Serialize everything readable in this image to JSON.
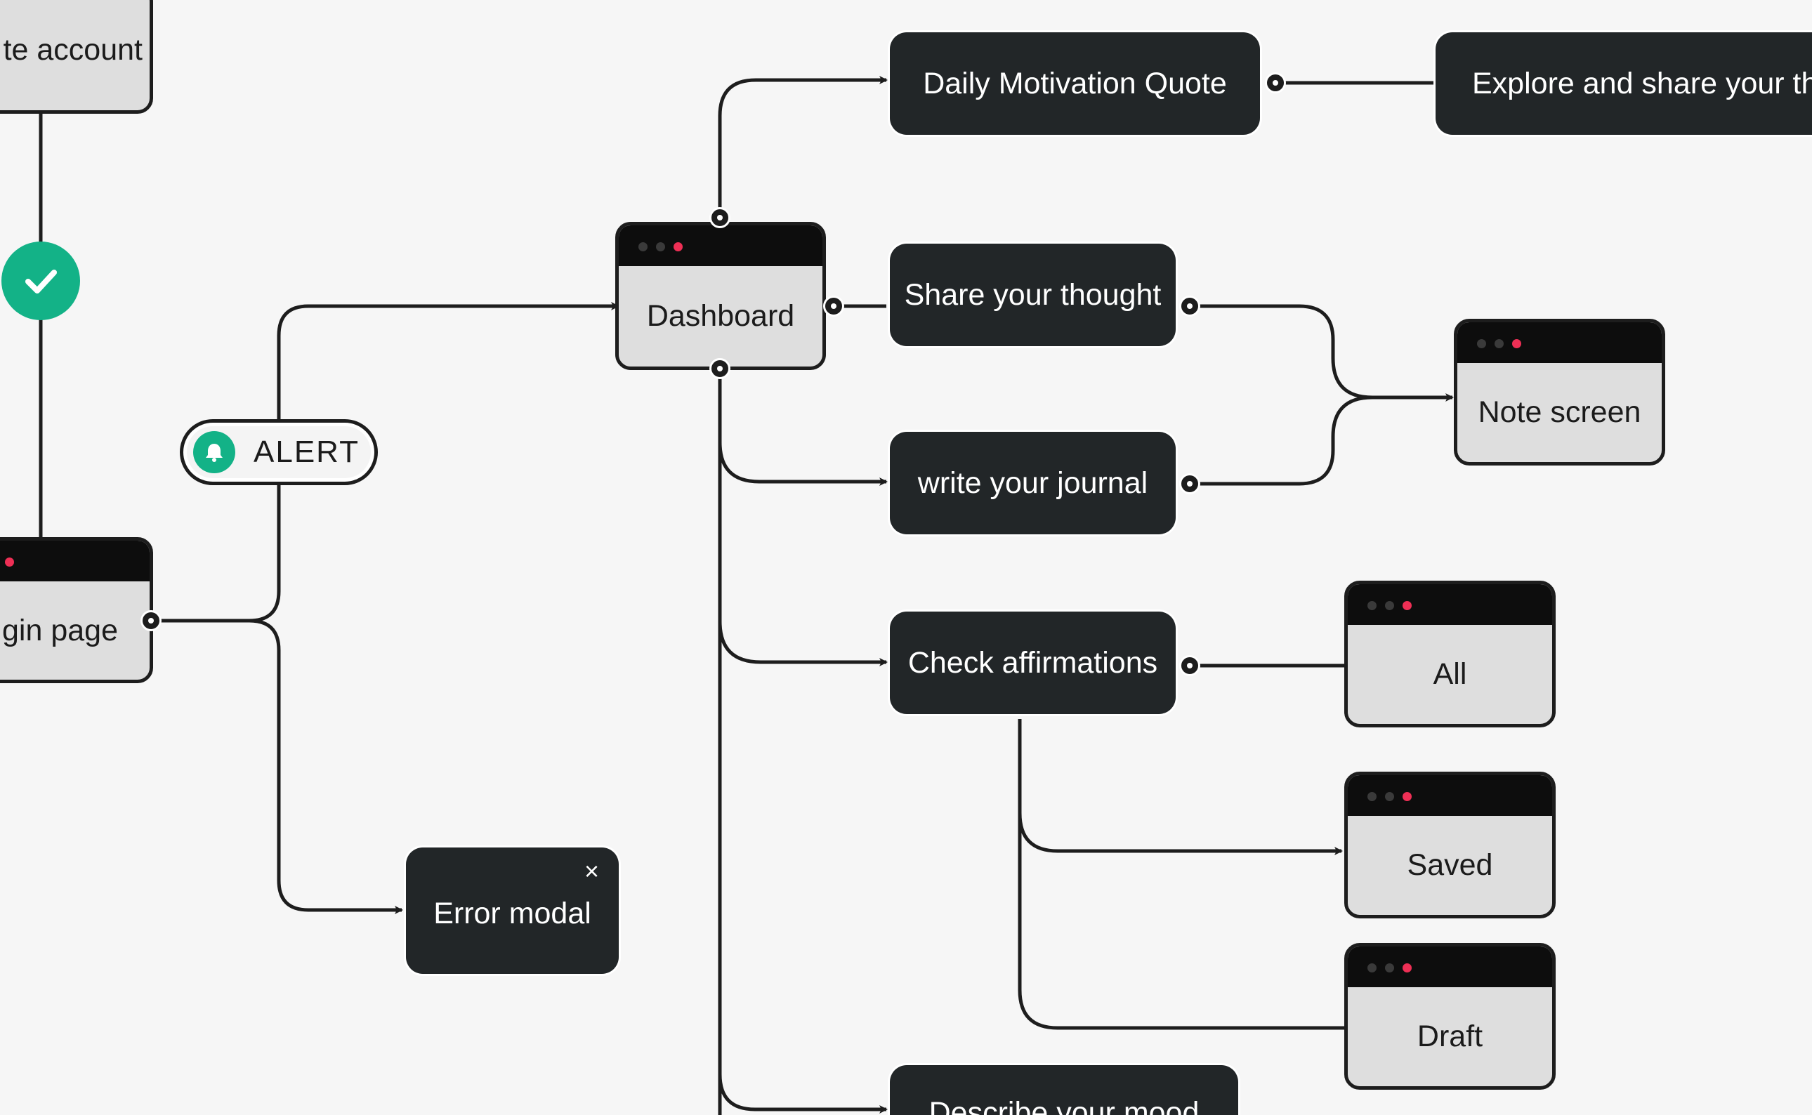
{
  "diagram": {
    "nodes": {
      "create_account": "te account",
      "login_page": "gin page",
      "alert": "ALERT",
      "error_modal": "Error modal",
      "dashboard": "Dashboard",
      "daily_quote": "Daily Motivation Quote",
      "explore_share": "Explore and share your  th",
      "share_thought": "Share your thought",
      "write_journal": "write your journal",
      "note_screen": "Note screen",
      "check_affirmations": "Check affirmations",
      "all": "All",
      "saved": "Saved",
      "draft": "Draft",
      "describe_mood": "Describe your mood"
    },
    "close_glyph": "×",
    "colors": {
      "background": "#f6f6f6",
      "dark_node": "#222628",
      "screen_body": "#dedede",
      "accent_green": "#13b287",
      "window_dot_red": "#ee2f55",
      "connector": "#1d1d1d"
    },
    "icons": [
      "check-icon",
      "bell-icon",
      "close-icon"
    ]
  }
}
